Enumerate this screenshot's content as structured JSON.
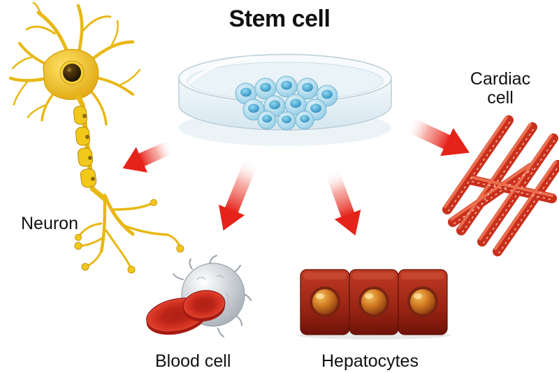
{
  "diagram": {
    "title": "Stem cell",
    "labels": {
      "neuron": "Neuron",
      "blood_cell": "Blood cell",
      "hepatocytes": "Hepatocytes",
      "cardiac_line1": "Cardiac",
      "cardiac_line2": "cell"
    },
    "colors": {
      "arrow": "#e5231b",
      "neuron": "#f2c81a",
      "red_blood_cell": "#c8201a",
      "white_blood_cell": "#d9dde2",
      "hepatocyte": "#a52a1c",
      "hepatocyte_nucleus": "#d98a2a",
      "cardiac_fiber": "#d8432a",
      "stem_cell": "#7fc6e2"
    }
  }
}
